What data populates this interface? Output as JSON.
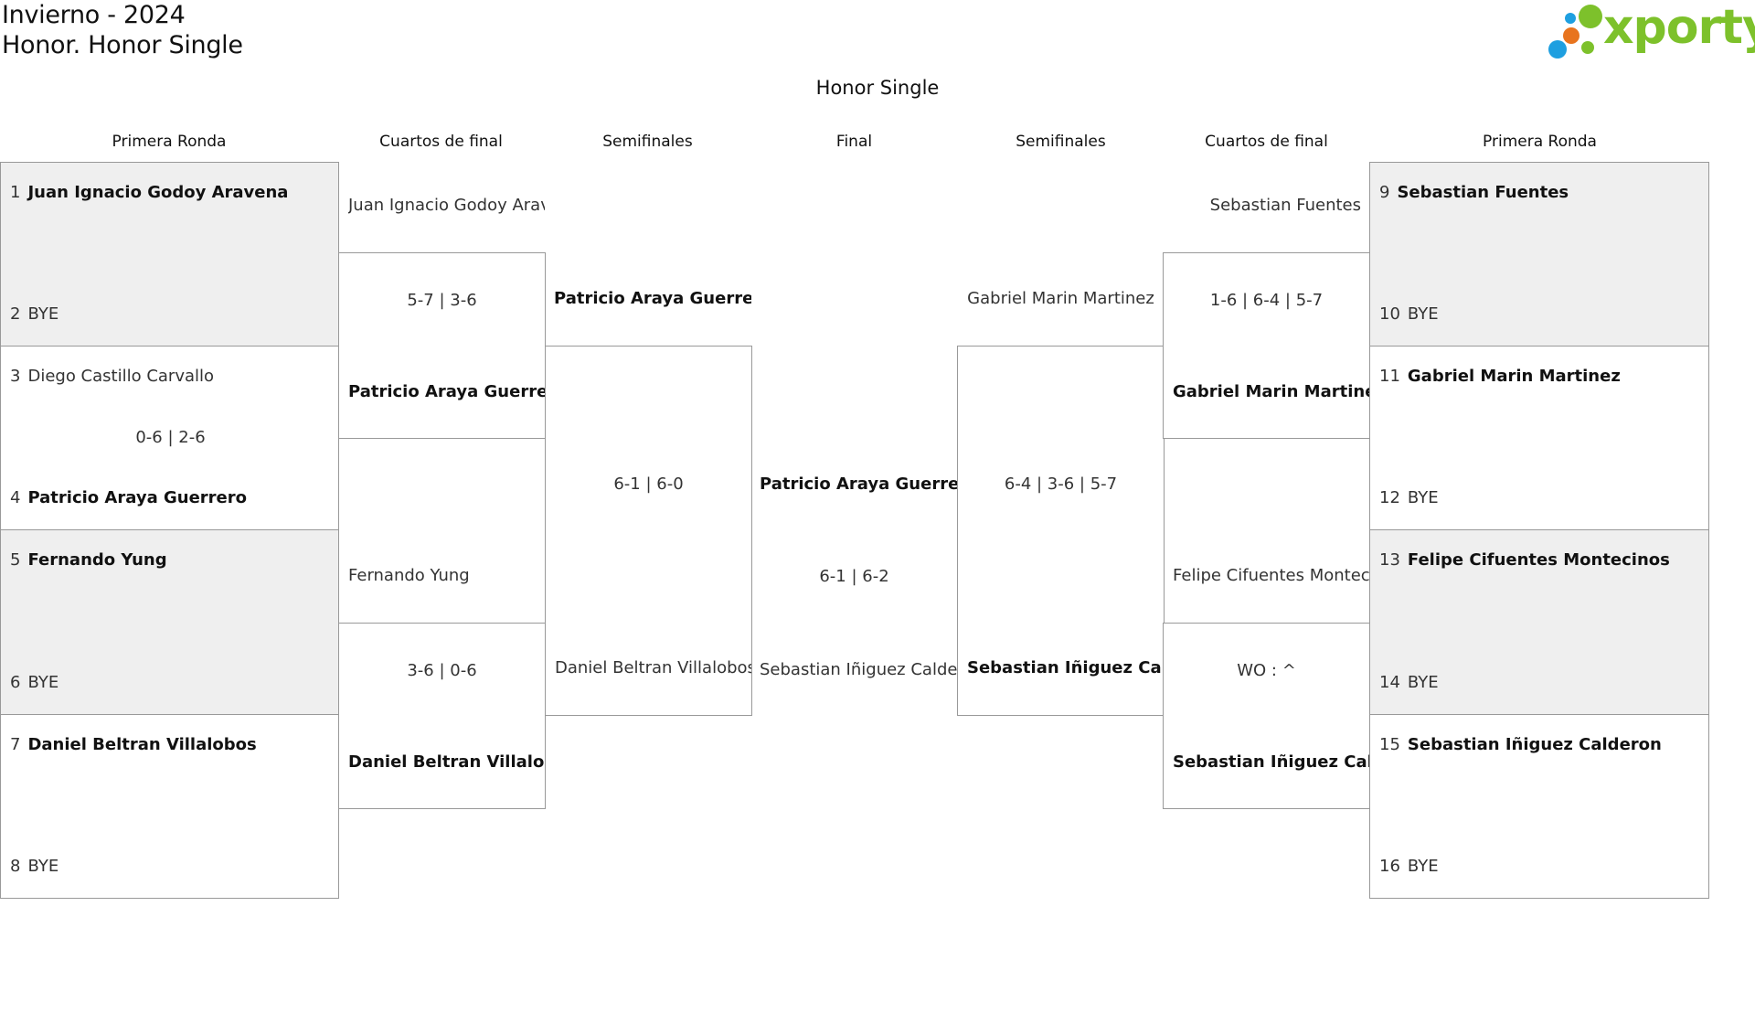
{
  "header": {
    "line1": "Invierno - 2024",
    "line2": "Honor. Honor Single"
  },
  "logo": {
    "text": "xporty",
    "colors": [
      "#7dc12b",
      "#e8741e",
      "#1e9fe0"
    ]
  },
  "bracket_title": "Honor Single",
  "rounds": {
    "left": [
      "Primera Ronda",
      "Cuartos de final",
      "Semifinales"
    ],
    "final": "Final",
    "right": [
      "Semifinales",
      "Cuartos de final",
      "Primera Ronda"
    ]
  },
  "first_round": [
    {
      "seed": "1",
      "name": "Juan Ignacio Godoy Aravena",
      "win": true
    },
    {
      "seed": "2",
      "name": "BYE",
      "win": false
    },
    {
      "seed": "3",
      "name": "Diego Castillo Carvallo",
      "win": false
    },
    {
      "seed": "4",
      "name": "Patricio Araya Guerrero",
      "win": true
    },
    {
      "seed": "5",
      "name": "Fernando Yung",
      "win": true
    },
    {
      "seed": "6",
      "name": "BYE",
      "win": false
    },
    {
      "seed": "7",
      "name": "Daniel Beltran Villalobos",
      "win": true
    },
    {
      "seed": "8",
      "name": "BYE",
      "win": false
    },
    {
      "seed": "9",
      "name": "Sebastian Fuentes",
      "win": true
    },
    {
      "seed": "10",
      "name": "BYE",
      "win": false
    },
    {
      "seed": "11",
      "name": "Gabriel Marin Martinez",
      "win": true
    },
    {
      "seed": "12",
      "name": "BYE",
      "win": false
    },
    {
      "seed": "13",
      "name": "Felipe Cifuentes Montecinos",
      "win": true
    },
    {
      "seed": "14",
      "name": "BYE",
      "win": false
    },
    {
      "seed": "15",
      "name": "Sebastian Iñiguez Calderon",
      "win": true
    },
    {
      "seed": "16",
      "name": "BYE",
      "win": false
    }
  ],
  "first_round_scores": {
    "m2": "0-6 | 2-6"
  },
  "quarters": {
    "left_top": {
      "p1": "Juan Ignacio Godoy Aravena",
      "p2": "Patricio Araya Guerrero",
      "score": "5-7 | 3-6"
    },
    "left_bottom": {
      "p1": "Fernando Yung",
      "p2": "Daniel Beltran Villalobos",
      "score": "3-6 | 0-6"
    },
    "right_top": {
      "p1": "Sebastian Fuentes",
      "p2": "Gabriel Marin Martinez",
      "score": "1-6 | 6-4 | 5-7"
    },
    "right_bottom": {
      "p1": "Felipe Cifuentes Montecinos",
      "p2": "Sebastian Iñiguez Calderon",
      "score": "WO : ^"
    }
  },
  "semis": {
    "left": {
      "p1": "Patricio Araya Guerrero",
      "p2": "Daniel Beltran Villalobos",
      "score": "6-1 | 6-0"
    },
    "right": {
      "p1": "Gabriel Marin Martinez",
      "p2": "Sebastian Iñiguez Calderon",
      "score": "6-4 | 3-6 | 5-7"
    }
  },
  "final": {
    "p1": "Patricio Araya Guerrero",
    "p2": "Sebastian Iñiguez Calderon",
    "score": "6-1 | 6-2"
  }
}
